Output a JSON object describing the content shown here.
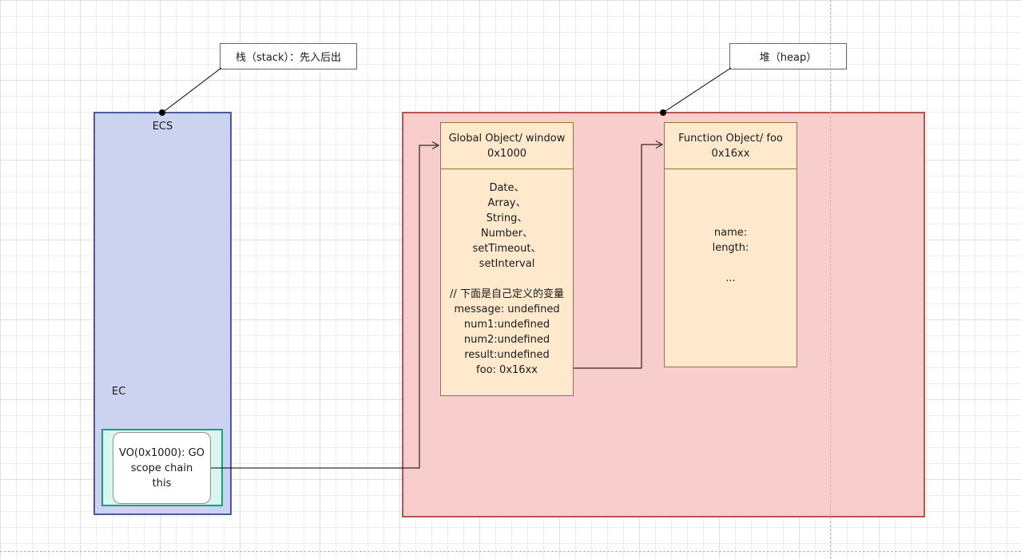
{
  "annotations": {
    "stack_label": "栈（stack）：先入后出",
    "heap_label": "堆（heap）"
  },
  "ecs_box": {
    "title": "ECS",
    "ec_label": "EC",
    "vo_card": {
      "lines": [
        "VO(0x1000): GO",
        "scope chain",
        "this"
      ]
    }
  },
  "heap_box": {
    "global_object": {
      "title_line1": "Global Object/ window",
      "title_line2": "0x1000",
      "builtins": [
        "Date、",
        "Array、",
        "String、",
        "Number、",
        "setTimeout、",
        "setInterval"
      ],
      "comment": "// 下面是自己定义的变量",
      "variables": [
        "message: undefined",
        "num1:undefined",
        "num2:undefined",
        "result:undefined",
        "foo: 0x16xx"
      ]
    },
    "function_object": {
      "title_line1": "Function Object/ foo",
      "title_line2": "0x16xx",
      "properties": [
        "name:",
        "length:",
        "..."
      ]
    }
  },
  "colors": {
    "stack_fill": "#ccd3f1",
    "stack_border": "#4a5a9e",
    "heap_fill": "#f8cecc",
    "heap_border": "#b85450",
    "object_fill": "#ffe9cd",
    "object_border": "#96762e",
    "vo_outer_fill": "#daf7ee",
    "vo_outer_border": "#13a089"
  }
}
